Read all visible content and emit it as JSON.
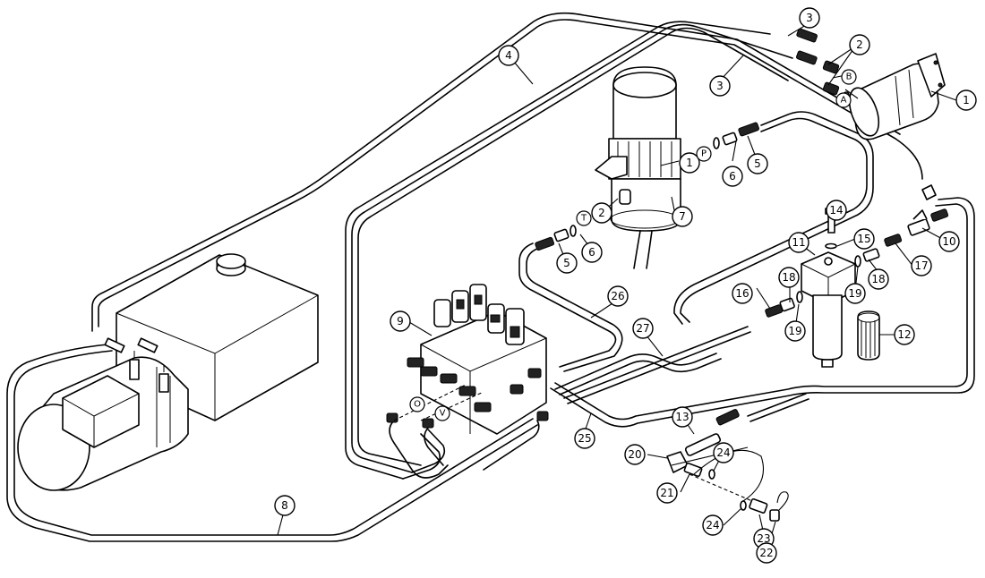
{
  "balloons": [
    {
      "label": "1"
    },
    {
      "label": "2"
    },
    {
      "label": "3"
    },
    {
      "label": "3"
    },
    {
      "label": "4"
    },
    {
      "label": "1"
    },
    {
      "label": "5"
    },
    {
      "label": "6"
    },
    {
      "label": "7"
    },
    {
      "label": "2"
    },
    {
      "label": "6"
    },
    {
      "label": "5"
    },
    {
      "label": "9"
    },
    {
      "label": "26"
    },
    {
      "label": "27"
    },
    {
      "label": "8"
    },
    {
      "label": "25"
    },
    {
      "label": "11"
    },
    {
      "label": "14"
    },
    {
      "label": "15"
    },
    {
      "label": "10"
    },
    {
      "label": "17"
    },
    {
      "label": "18"
    },
    {
      "label": "19"
    },
    {
      "label": "18"
    },
    {
      "label": "16"
    },
    {
      "label": "19"
    },
    {
      "label": "12"
    },
    {
      "label": "13"
    },
    {
      "label": "20"
    },
    {
      "label": "24"
    },
    {
      "label": "21"
    },
    {
      "label": "24"
    },
    {
      "label": "23"
    },
    {
      "label": "22"
    }
  ],
  "ports": [
    {
      "label": "B"
    },
    {
      "label": "A"
    },
    {
      "label": "P"
    },
    {
      "label": "T"
    },
    {
      "label": "O"
    },
    {
      "label": "V"
    }
  ]
}
